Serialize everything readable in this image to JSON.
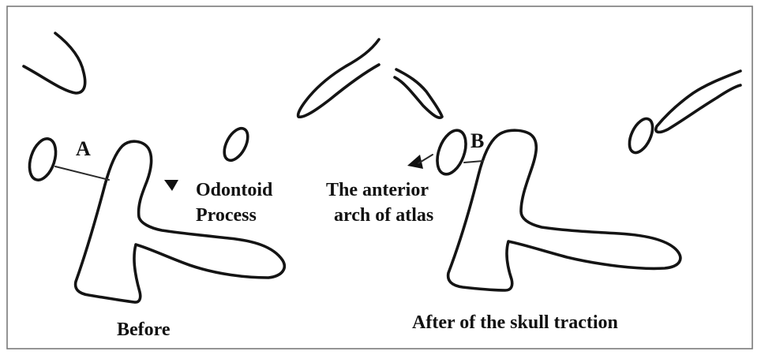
{
  "labels": {
    "left_letter": "A",
    "right_letter": "B",
    "odontoid_line1": "Odontoid",
    "odontoid_line2": "Process",
    "atlas_line1": "The anterior",
    "atlas_line2": "arch of atlas",
    "caption_before": "Before",
    "caption_after": "After of the skull traction"
  }
}
